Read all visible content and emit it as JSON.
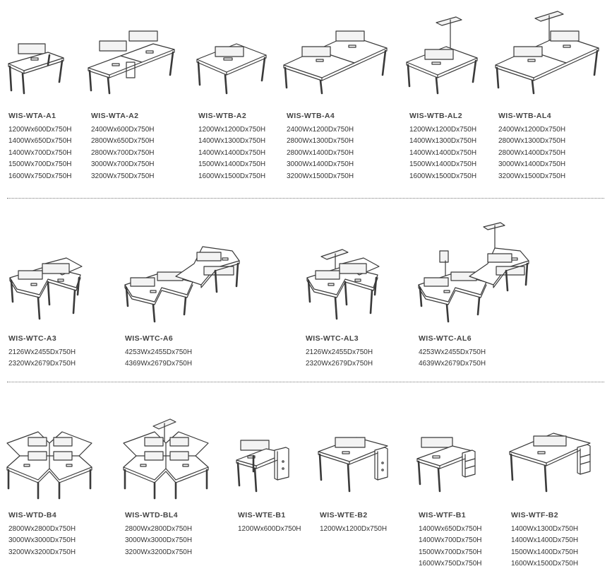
{
  "rows": [
    {
      "products": [
        {
          "code": "WIS-WTA-A1",
          "icon": "single-desk-icon",
          "sizes": [
            "1200Wx600Dx750H",
            "1400Wx650Dx750H",
            "1400Wx700Dx750H",
            "1500Wx700Dx750H",
            "1600Wx750Dx750H"
          ]
        },
        {
          "code": "WIS-WTA-A2",
          "icon": "double-desk-icon",
          "sizes": [
            "2400Wx600Dx750H",
            "2800Wx650Dx750H",
            "2800Wx700Dx750H",
            "3000Wx700Dx750H",
            "3200Wx750Dx750H"
          ]
        },
        {
          "code": "WIS-WTB-A2",
          "icon": "face-to-face-desk-icon",
          "sizes": [
            "1200Wx1200Dx750H",
            "1400Wx1300Dx750H",
            "1400Wx1400Dx750H",
            "1500Wx1400Dx750H",
            "1600Wx1500Dx750H"
          ]
        },
        {
          "code": "WIS-WTB-A4",
          "icon": "four-seat-desk-icon",
          "sizes": [
            "2400Wx1200Dx750H",
            "2800Wx1300Dx750H",
            "2800Wx1400Dx750H",
            "3000Wx1400Dx750H",
            "3200Wx1500Dx750H"
          ]
        },
        {
          "code": "WIS-WTB-AL2",
          "icon": "face-to-face-desk-with-lamp-icon",
          "sizes": [
            "1200Wx1200Dx750H",
            "1400Wx1300Dx750H",
            "1400Wx1400Dx750H",
            "1500Wx1400Dx750H",
            "1600Wx1500Dx750H"
          ]
        },
        {
          "code": "WIS-WTB-AL4",
          "icon": "four-seat-desk-with-lamp-icon",
          "sizes": [
            "2400Wx1200Dx750H",
            "2800Wx1300Dx750H",
            "2800Wx1400Dx750H",
            "3000Wx1400Dx750H",
            "3200Wx1500Dx750H"
          ]
        }
      ]
    },
    {
      "products": [
        {
          "code": "WIS-WTC-A3",
          "icon": "three-seat-cluster-icon",
          "sizes": [
            "2126Wx2455Dx750H",
            "2320Wx2679Dx750H"
          ]
        },
        {
          "code": "WIS-WTC-A6",
          "icon": "six-seat-cluster-icon",
          "sizes": [
            "4253Wx2455Dx750H",
            "4369Wx2679Dx750H"
          ]
        },
        {
          "code": "WIS-WTC-AL3",
          "icon": "three-seat-cluster-with-lamp-icon",
          "sizes": [
            "2126Wx2455Dx750H",
            "2320Wx2679Dx750H"
          ]
        },
        {
          "code": "WIS-WTC-AL6",
          "icon": "six-seat-cluster-with-lamp-icon",
          "sizes": [
            "4253Wx2455Dx750H",
            "4639Wx2679Dx750H"
          ]
        }
      ]
    },
    {
      "products": [
        {
          "code": "WIS-WTD-B4",
          "icon": "four-seat-cross-cluster-icon",
          "sizes": [
            "2800Wx2800Dx750H",
            "3000Wx3000Dx750H",
            "3200Wx3200Dx750H"
          ]
        },
        {
          "code": "WIS-WTD-BL4",
          "icon": "four-seat-cross-cluster-with-lamp-icon",
          "sizes": [
            "2800Wx2800Dx750H",
            "3000Wx3000Dx750H",
            "3200Wx3200Dx750H"
          ]
        },
        {
          "code": "WIS-WTE-B1",
          "icon": "desk-with-pedestal-icon",
          "sizes": [
            "1200Wx600Dx750H"
          ]
        },
        {
          "code": "WIS-WTE-B2",
          "icon": "large-desk-with-pedestal-icon",
          "sizes": [
            "1200Wx1200Dx750H"
          ]
        },
        {
          "code": "WIS-WTF-B1",
          "icon": "desk-with-drawer-pedestal-icon",
          "sizes": [
            "1400Wx650Dx750H",
            "1400Wx700Dx750H",
            "1500Wx700Dx750H",
            "1600Wx750Dx750H"
          ]
        },
        {
          "code": "WIS-WTF-B2",
          "icon": "large-desk-with-drawer-pedestal-icon",
          "sizes": [
            "1400Wx1300Dx750H",
            "1400Wx1400Dx750H",
            "1500Wx1400Dx750H",
            "1600Wx1500Dx750H"
          ]
        }
      ]
    }
  ]
}
